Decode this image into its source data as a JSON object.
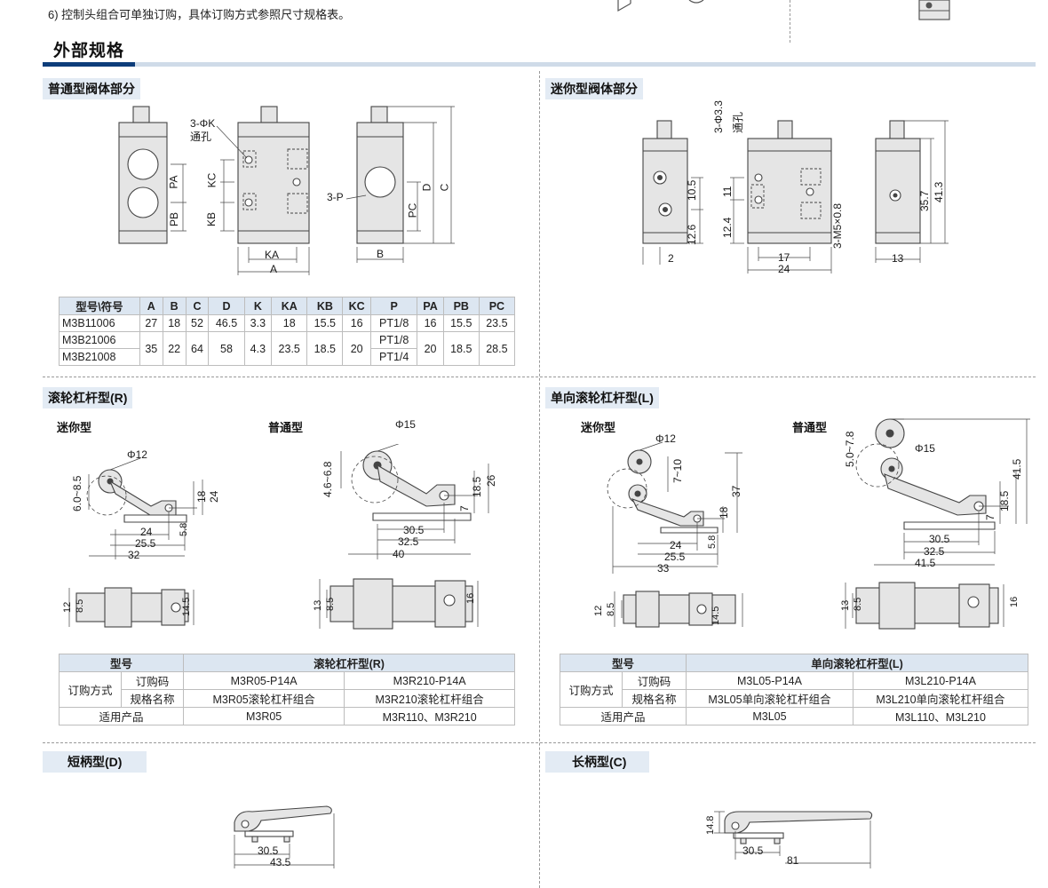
{
  "note": "6) 控制头组合可单独订购，具体订购方式参照尺寸规格表。",
  "section_title": "外部规格",
  "panels": {
    "normal_body": "普通型阀体部分",
    "mini_body": "迷你型阀体部分",
    "roller_r": "滚轮杠杆型(R)",
    "roller_l": "单向滚轮杠杆型(L)",
    "short": "短柄型(D)",
    "long": "长柄型(C)"
  },
  "sublabels": {
    "mini": "迷你型",
    "normal": "普通型"
  },
  "normal_dims": {
    "hole": "3-ΦK",
    "hole2": "通孔",
    "port": "3-P",
    "PA": "PA",
    "PB": "PB",
    "KC": "KC",
    "KB": "KB",
    "KA": "KA",
    "A": "A",
    "B": "B",
    "PC": "PC",
    "D": "D",
    "C": "C"
  },
  "mini_dims": {
    "hole": "3-Φ3.3",
    "hole2": "通孔",
    "m5": "3-M5×0.8",
    "d105": "10.5",
    "d11": "11",
    "d126": "12.6",
    "d124": "12.4",
    "d2": "2",
    "d17": "17",
    "d24": "24",
    "d357": "35.7",
    "d413": "41.3",
    "d13": "13"
  },
  "spec_table": {
    "header": [
      "型号\\符号",
      "A",
      "B",
      "C",
      "D",
      "K",
      "KA",
      "KB",
      "KC",
      "P",
      "PA",
      "PB",
      "PC"
    ],
    "r1": [
      "M3B11006",
      "27",
      "18",
      "52",
      "46.5",
      "3.3",
      "18",
      "15.5",
      "16",
      "PT1/8",
      "16",
      "15.5",
      "23.5"
    ],
    "r2_model": "M3B21006",
    "r3_model": "M3B21008",
    "r23": [
      "35",
      "22",
      "64",
      "58",
      "4.3",
      "23.5",
      "18.5",
      "20"
    ],
    "r2_p": "PT1/8",
    "r3_p": "PT1/4",
    "r23b": [
      "20",
      "18.5",
      "28.5"
    ]
  },
  "r_mini": {
    "phi": "Φ12",
    "range": "6.0~8.5",
    "d24": "24",
    "d18": "18",
    "d58": "5.8",
    "d24b": "24",
    "d255": "25.5",
    "d32": "32",
    "d12": "12",
    "d85": "8.5",
    "d145": "14.5"
  },
  "r_norm": {
    "phi": "Φ15",
    "range": "4.6~6.8",
    "d26": "26",
    "d185": "18.5",
    "d7": "7",
    "d305": "30.5",
    "d325": "32.5",
    "d40": "40",
    "d13": "13",
    "d85": "8.5",
    "d16": "16"
  },
  "l_mini": {
    "phi": "Φ12",
    "range": "7~10",
    "d37": "37",
    "d18": "18",
    "d58": "5.8",
    "d24": "24",
    "d255": "25.5",
    "d33": "33",
    "d12": "12",
    "d85": "8.5",
    "d145": "14.5"
  },
  "l_norm": {
    "phi": "Φ15",
    "range": "5.0~7.8",
    "d415": "41.5",
    "d185": "18.5",
    "d7": "7",
    "d305": "30.5",
    "d325": "32.5",
    "d415b": "41.5",
    "d13": "13",
    "d85": "8.5",
    "d16": "16"
  },
  "order_r": {
    "h_model": "型号",
    "h_name": "滚轮杠杆型(R)",
    "order_way": "订购方式",
    "code": "订购码",
    "spec": "规格名称",
    "applicable": "适用产品",
    "code1": "M3R05-P14A",
    "code2": "M3R210-P14A",
    "spec1": "M3R05滚轮杠杆组合",
    "spec2": "M3R210滚轮杠杆组合",
    "app1": "M3R05",
    "app2": "M3R110、M3R210"
  },
  "order_l": {
    "h_model": "型号",
    "h_name": "单向滚轮杠杆型(L)",
    "order_way": "订购方式",
    "code": "订购码",
    "spec": "规格名称",
    "applicable": "适用产品",
    "code1": "M3L05-P14A",
    "code2": "M3L210-P14A",
    "spec1": "M3L05单向滚轮杠杆组合",
    "spec2": "M3L210单向滚轮杠杆组合",
    "app1": "M3L05",
    "app2": "M3L110、M3L210"
  },
  "short_dims": {
    "d305": "30.5",
    "d435": "43.5"
  },
  "long_dims": {
    "d148": "14.8",
    "d305": "30.5",
    "d81": "81"
  }
}
